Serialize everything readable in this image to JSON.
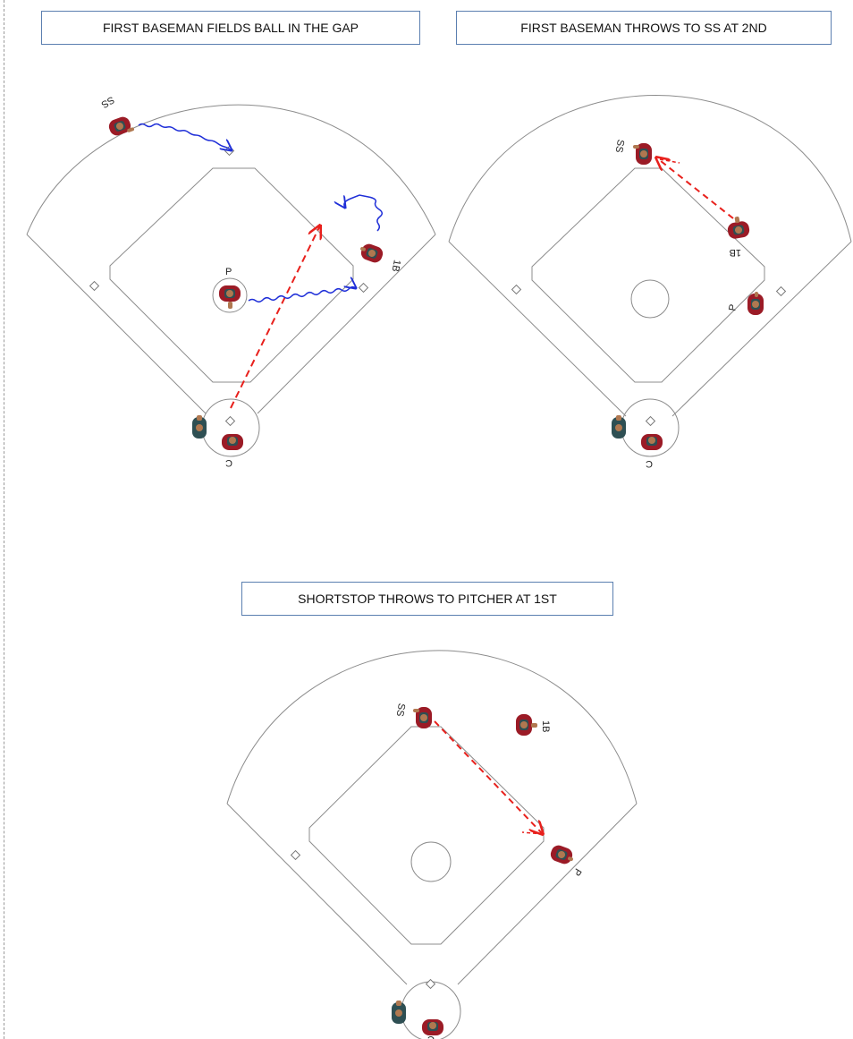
{
  "panels": [
    {
      "caption": "FIRST BASEMAN FIELDS BALL IN THE GAP",
      "labels": {
        "ss": "SS",
        "first_base": "1B",
        "pitcher": "P",
        "catcher": "C"
      }
    },
    {
      "caption": "FIRST BASEMAN THROWS TO SS AT 2ND",
      "labels": {
        "ss": "SS",
        "first_base": "1B",
        "pitcher": "P",
        "catcher": "C"
      }
    },
    {
      "caption": "SHORTSTOP THROWS TO PITCHER AT 1ST",
      "labels": {
        "ss": "SS",
        "first_base": "1B",
        "pitcher": "P",
        "catcher": "C"
      }
    }
  ],
  "colors": {
    "caption_border": "#5b7fb0",
    "field_line": "#8c8c8c",
    "throw": "#e8201c",
    "movement": "#1f2fd8",
    "jersey": "#9b1b26",
    "shirt": "#2e4f53",
    "skin": "#b07850"
  }
}
